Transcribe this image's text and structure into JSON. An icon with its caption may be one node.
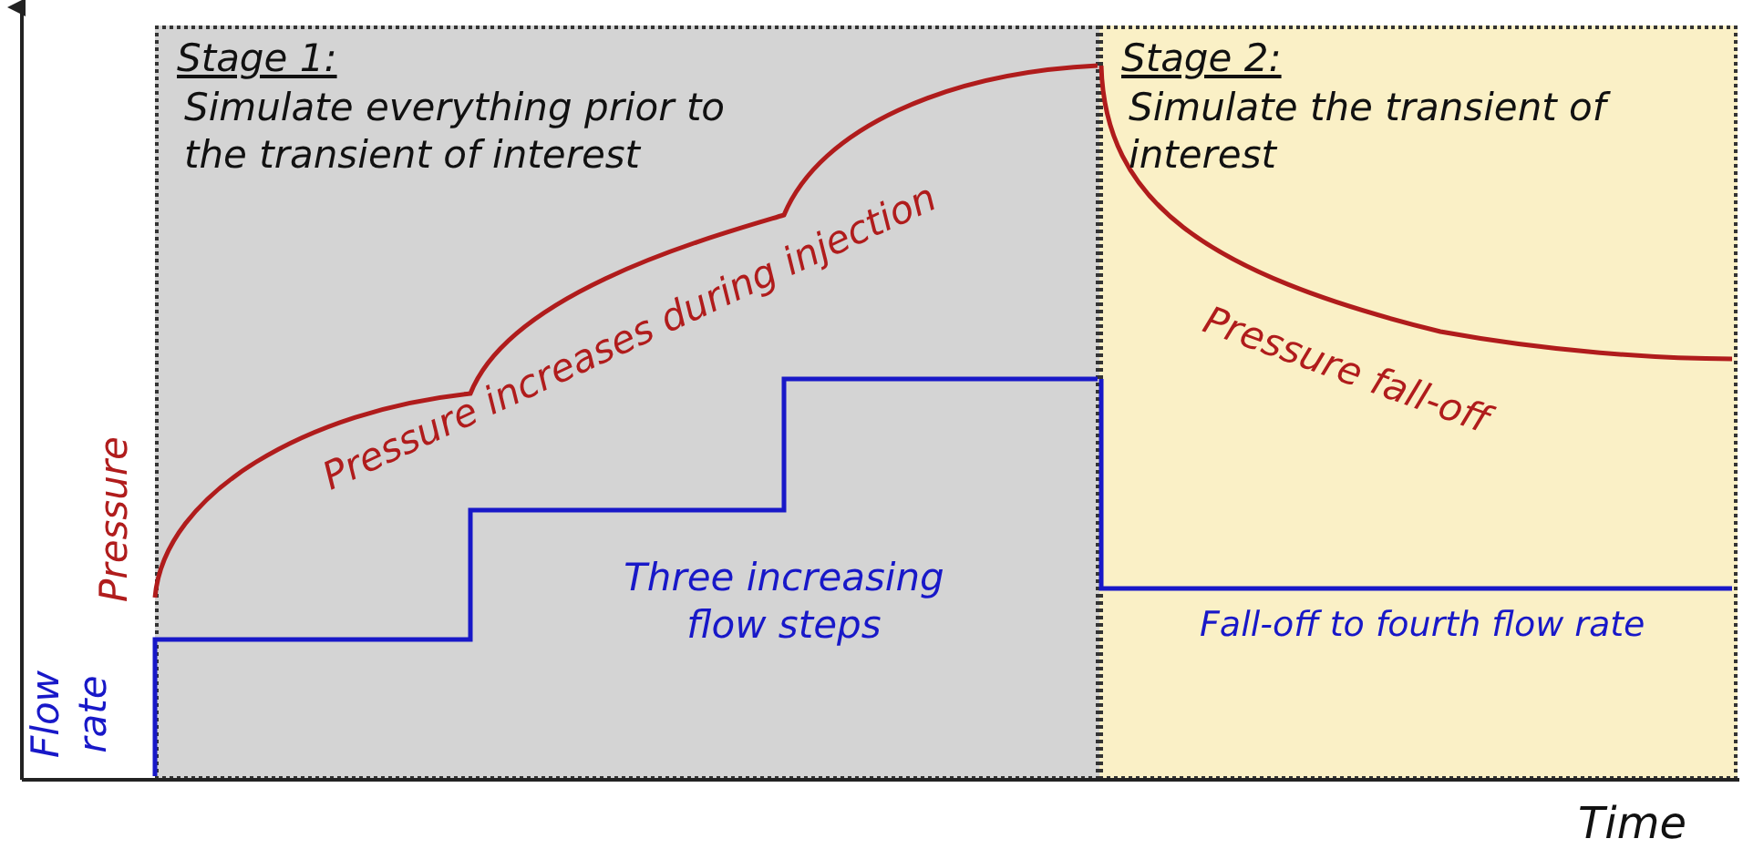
{
  "diagram": {
    "nodes": [
      {
        "text": [
          "Stage 1:",
          "Simulate everything prior to the transient of interest"
        ]
      },
      {
        "text": [
          "Stage 2:",
          "Simulate the transient of interest"
        ]
      }
    ],
    "labels": [
      "Pressure increases during injection",
      "Pressure fall-off",
      "Three increasing flow steps",
      "Fall-off to fourth flow rate",
      "Pressure",
      "Flow rate",
      "Time"
    ]
  }
}
